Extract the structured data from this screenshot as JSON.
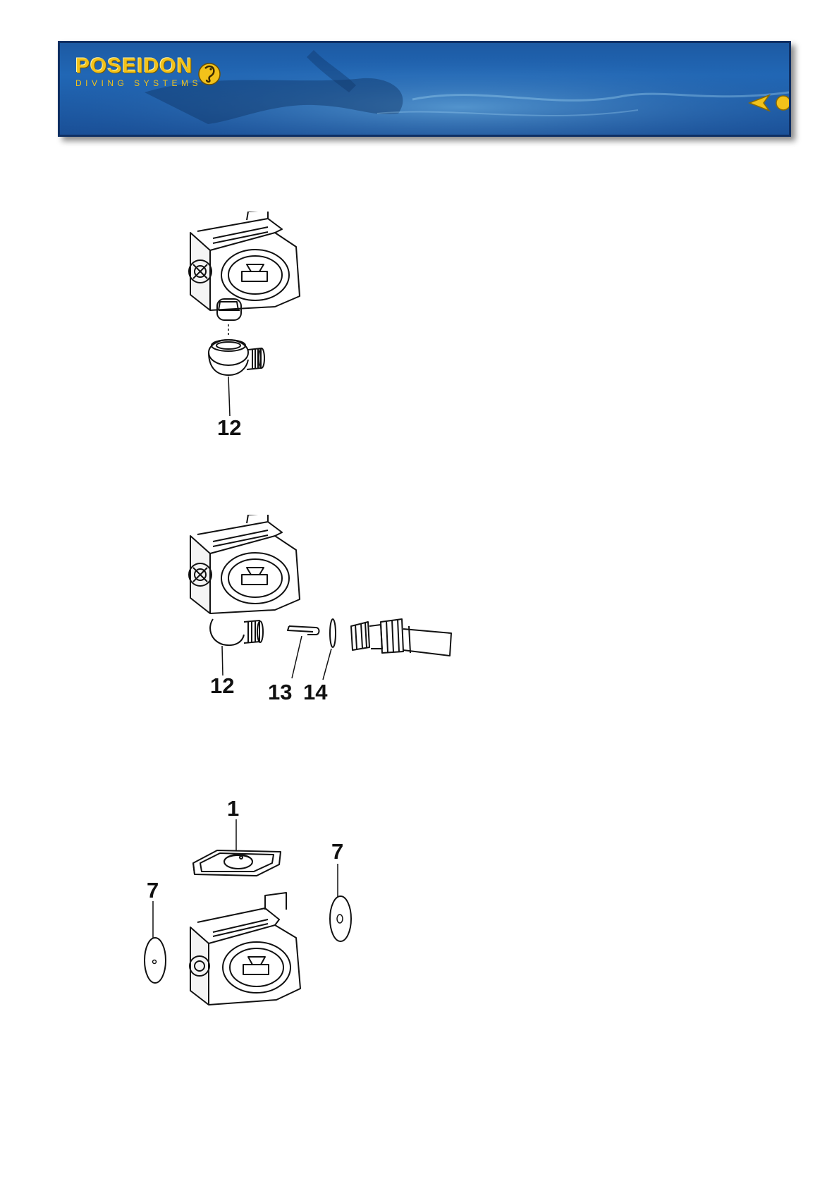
{
  "header": {
    "brand": "POSEIDON",
    "subtitle": "DIVING SYSTEMS",
    "nav": [
      "previous-page",
      "home",
      "next-page"
    ],
    "colors": {
      "banner": "#2167b5",
      "brand": "#f2c21a"
    }
  },
  "figures": [
    {
      "callouts": [
        "12"
      ]
    },
    {
      "callouts": [
        "12",
        "13",
        "14"
      ]
    },
    {
      "callouts": [
        "1",
        "7",
        "7"
      ]
    }
  ]
}
